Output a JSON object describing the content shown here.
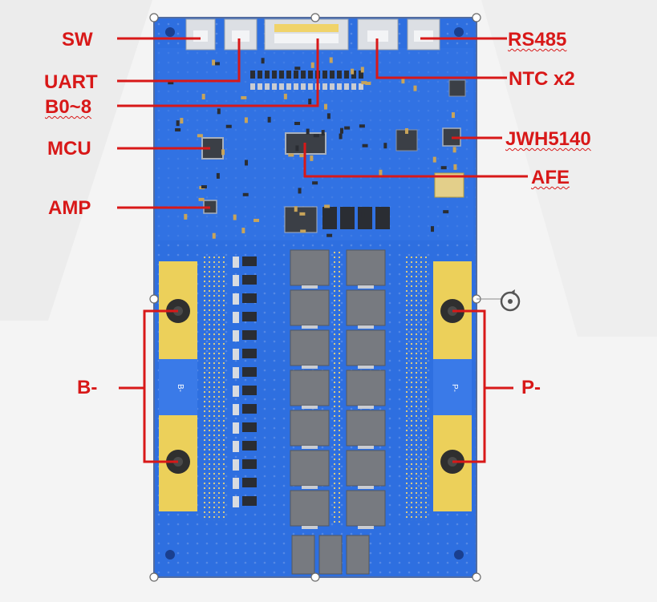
{
  "colors": {
    "board": "#2e6fe0",
    "board_dark": "#1f55c4",
    "board_edge": "#2a64d4",
    "pad_yellow": "#ecd05a",
    "pad_yellow_dark": "#d9b93c",
    "mosfet": "#777a80",
    "mosfet_dark": "#55585e",
    "connector": "#dcdfe4",
    "callout": "#d81818",
    "selection_handle": "#ffffff"
  },
  "callouts": {
    "sw": "SW",
    "uart": "UART",
    "b0_8": "B0~8",
    "mcu": "MCU",
    "amp": "AMP",
    "rs485": "RS485",
    "ntc": "NTC x2",
    "jwh5140": "JWH5140",
    "afe": "AFE",
    "b_minus": "B-",
    "p_minus": "P-"
  },
  "silkscreen": {
    "left_pad": "B-",
    "right_pad": "P-"
  },
  "icons": {
    "rotate_handle": "rotate-icon"
  }
}
